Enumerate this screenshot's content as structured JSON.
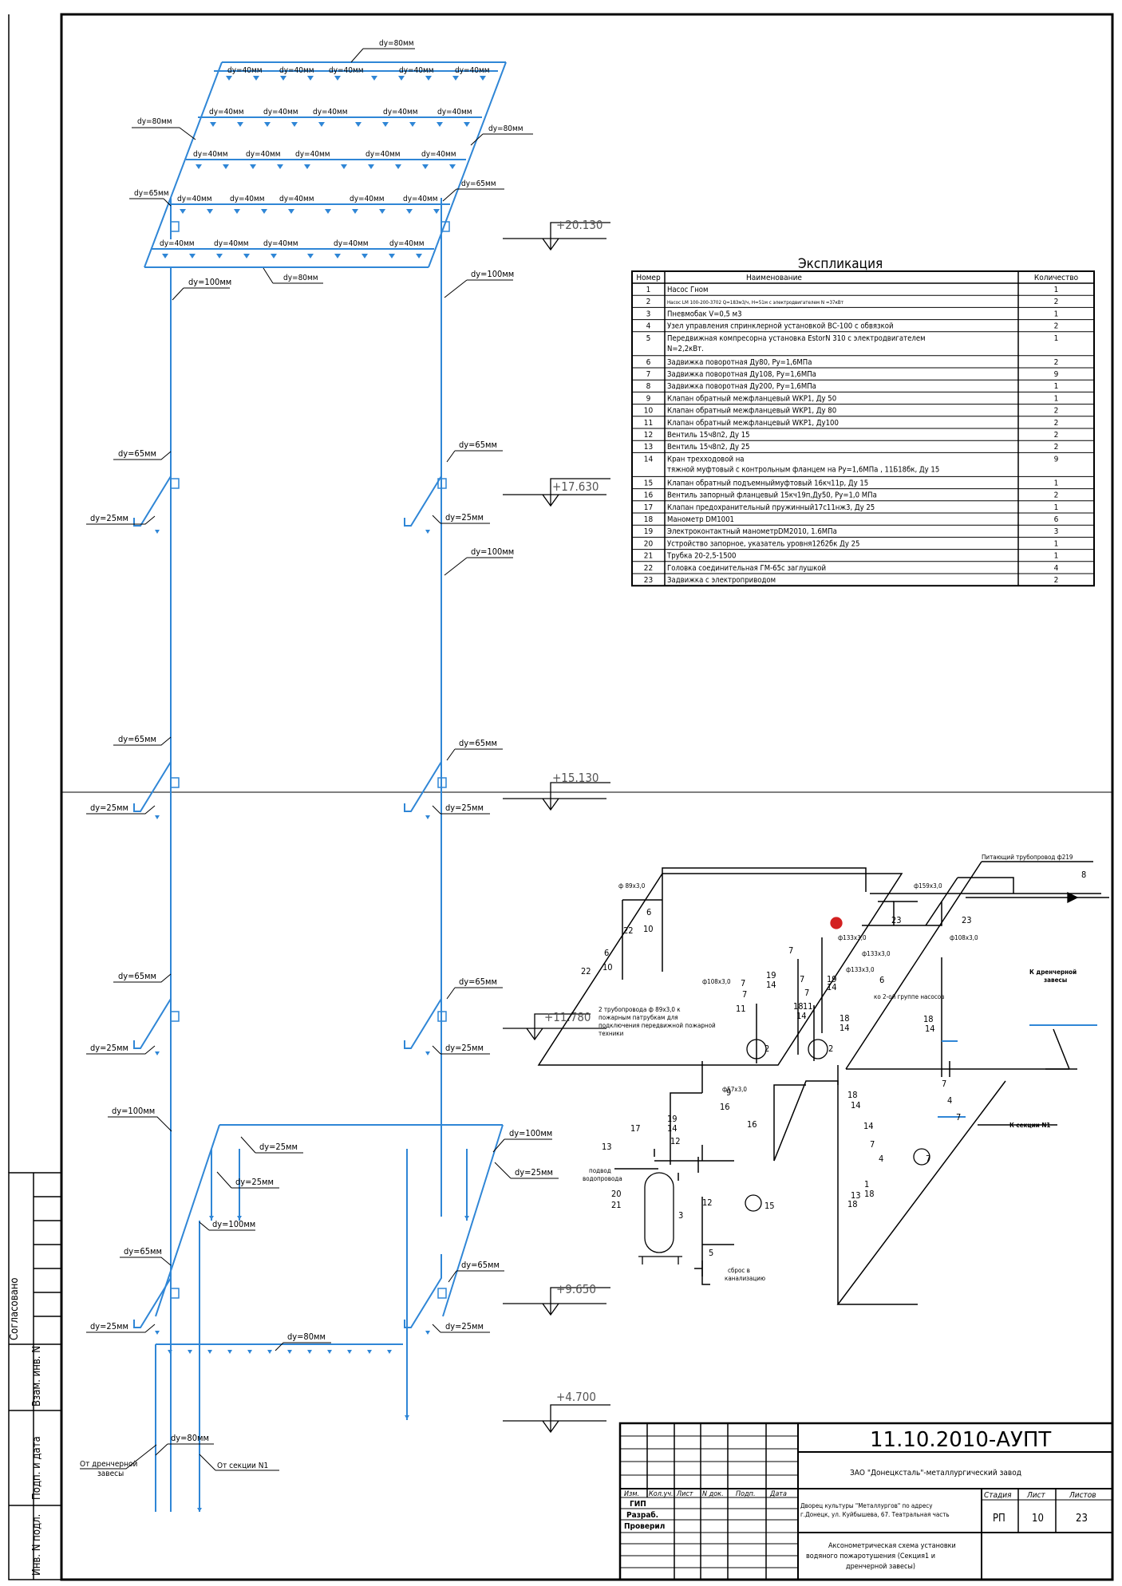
{
  "drawing": {
    "pipe_color": "#2f86d6",
    "line_color": "#000000",
    "elevations": [
      "+20.130",
      "+17.630",
      "+15.130",
      "+11.780",
      "+9.650",
      "+4.700"
    ],
    "grid_header": "dy=80мм",
    "grid_row1": [
      "dy=40мм",
      "dy=40мм",
      "dy=40мм",
      "dy=40мм",
      "dy=40мм"
    ],
    "grid_row2": [
      "dy=40мм",
      "dy=40мм",
      "dy=40мм",
      "dy=40мм",
      "dy=40мм"
    ],
    "grid_row3": [
      "dy=40мм",
      "dy=40мм",
      "dy=40мм",
      "dy=40мм",
      "dy=40мм"
    ],
    "grid_row4": [
      "dy=40мм",
      "dy=40мм",
      "dy=40мм",
      "dy=40мм",
      "dy=40мм"
    ],
    "grid_row5": [
      "dy=40мм",
      "dy=40мм",
      "dy=40мм",
      "dy=40мм",
      "dy=40мм"
    ],
    "grid_left_80": "dy=80мм",
    "grid_right_80": "dy=80мм",
    "grid_bottom_80": "dy=80мм",
    "grid_left_65": "dy=65мм",
    "grid_right_65": "dy=65мм",
    "riser_left_100": "dy=100мм",
    "riser_right_100": "dy=100мм",
    "riser_right_100b": "dy=100мм",
    "l65": [
      "dy=65мм",
      "dy=65мм",
      "dy=65мм",
      "dy=65мм"
    ],
    "l25": [
      "dy=25мм",
      "dy=25мм",
      "dy=25мм",
      "dy=25мм"
    ],
    "r65": [
      "dy=65мм",
      "dy=65мм",
      "dy=65мм",
      "dy=65мм"
    ],
    "r25": [
      "dy=25мм",
      "dy=25мм",
      "dy=25мм",
      "dy=25мм"
    ],
    "low_left_100": "dy=100мм",
    "low_right_100": "dy=100мм",
    "low_25a": "dy=25мм",
    "low_25b": "dy=25мм",
    "low_25c": "dy=25мм",
    "low_mid_100": "dy=100мм",
    "curtain_80": "dy=80мм",
    "bottom_80": "dy=80мм",
    "from_drain": [
      "От дренчерной",
      "завесы"
    ],
    "from_section": "От секции N1"
  },
  "explication": {
    "title": "Экспликация",
    "headers": [
      "Номер",
      "Наименование",
      "Количество"
    ],
    "rows": [
      [
        "1",
        "Насос Гном",
        "1"
      ],
      [
        "2",
        "Насос LM 100-200-3702 Q=183м3/ч, H=51м с электродвигателем N =37кВт",
        "2"
      ],
      [
        "3",
        "Пневмобак V=0,5 м3",
        "1"
      ],
      [
        "4",
        "Узел управления спринклерной установкой ВС-100 с обвязкой",
        "2"
      ],
      [
        "5",
        "Передвижная компресорна установка EstorN 310 с электродвигателем N=2,2кВт.",
        "1"
      ],
      [
        "6",
        "Задвижка поворотная Ду80, Ру=1,6МПа",
        "2"
      ],
      [
        "7",
        "Задвижка поворотная Ду108, Ру=1,6МПа",
        "9"
      ],
      [
        "8",
        "Задвижка поворотная Ду200, Ру=1,6МПа",
        "1"
      ],
      [
        "9",
        "Клапан обратный межфланцевый WKP1, Ду 50",
        "1"
      ],
      [
        "10",
        "Клапан обратный межфланцевый WKP1, Ду 80",
        "2"
      ],
      [
        "11",
        "Клапан обратный межфланцевый WKP1, Ду100",
        "2"
      ],
      [
        "12",
        "Вентиль 15ч8п2, Ду 15",
        "2"
      ],
      [
        "13",
        "Вентиль 15ч8п2, Ду 25",
        "2"
      ],
      [
        "14",
        "Кран трехходовой натяжной муфтовый с контрольным фланцем на Ру=1,6МПа , 11Б18бк, Ду 15",
        "9"
      ],
      [
        "15",
        "Клапан обратный подъемныймуфтовый 16кч11р, Ду 15",
        "1"
      ],
      [
        "16",
        "Вентиль запорный фланцевый 15кч19п,Ду50, Ру=1,0 МПа",
        "2"
      ],
      [
        "17",
        "Клапан предохранительный пружинный17с11нж3, Ду 25",
        "1"
      ],
      [
        "18",
        "Манометр DM1001",
        "6"
      ],
      [
        "19",
        "Электроконтактный манометрDM2010, 1.6МПа",
        "3"
      ],
      [
        "20",
        "Устройство запорное, указатель уровня12б2бк Ду 25",
        "1"
      ],
      [
        "21",
        "Трубка 20-2,5-1500",
        "1"
      ],
      [
        "22",
        "Головка соединительная ГМ-65с заглушкой",
        "4"
      ],
      [
        "23",
        "Задвижка с электроприводом",
        "2"
      ]
    ]
  },
  "pump_scheme": {
    "supply_pipe": "Питающий трубопровод ф219",
    "to_drain": [
      "К дренчерной",
      "завесы"
    ],
    "to_section": "К секции N1",
    "to_pumps2": "ко 2-ой группе насосов",
    "fire_pipes_note": [
      "2 трубопровода ф 89х3,0 к",
      "пожарным патрубкам для",
      "подключения передвижной пожарной",
      "техники"
    ],
    "water_supply": [
      "подвод",
      "водопровода"
    ],
    "sewer_drop": [
      "сброс в",
      "канализацию"
    ],
    "pipe_labels": [
      "ф 89х3,0",
      "ф108х3,0",
      "ф159х3,0",
      "ф133х3,0",
      "ф133х3,0",
      "ф133х3,0",
      "ф108х3,0",
      "ф57х3,0"
    ],
    "markers": [
      "8",
      "23",
      "23",
      "6",
      "10",
      "22",
      "6",
      "10",
      "22",
      "7",
      "7",
      "19",
      "14",
      "7",
      "11",
      "18",
      "14",
      "2",
      "7",
      "19",
      "14",
      "7",
      "11",
      "18",
      "14",
      "2",
      "6",
      "18",
      "14",
      "7",
      "4",
      "7",
      "18",
      "14",
      "9",
      "16",
      "16",
      "17",
      "19",
      "14",
      "12",
      "13",
      "20",
      "21",
      "3",
      "12",
      "15",
      "5",
      "13",
      "18",
      "14",
      "7",
      "4",
      "7",
      "1",
      "18",
      "14"
    ]
  },
  "title_block": {
    "code": "11.10.2010-АУПТ",
    "org": "ЗАО \"Донецксталь\"-металлургический завод",
    "object_line1": "Дворец культуры \"Металлургов\" по адресу",
    "object_line2": "г.Донецк, ул. Куйбышева, 67. Театральная часть",
    "sheet_title": [
      "Аксонометрическая схема установки",
      "водяного пожаротушения (Секция1 и",
      "дренчерной завесы)"
    ],
    "col_heads": [
      "Изм.",
      "Кол.уч.",
      "Лист",
      "N док.",
      "Подп.",
      "Дата"
    ],
    "roles": [
      "ГИП",
      "Разраб.",
      "Проверил"
    ],
    "stage_heads": [
      "Стадия",
      "Лист",
      "Листов"
    ],
    "stage_vals": [
      "РП",
      "10",
      "23"
    ]
  },
  "side_strip": {
    "labels": [
      "Согласовано",
      "Взам. инв. N",
      "Подп. и дата",
      "Инв. N подл."
    ]
  }
}
